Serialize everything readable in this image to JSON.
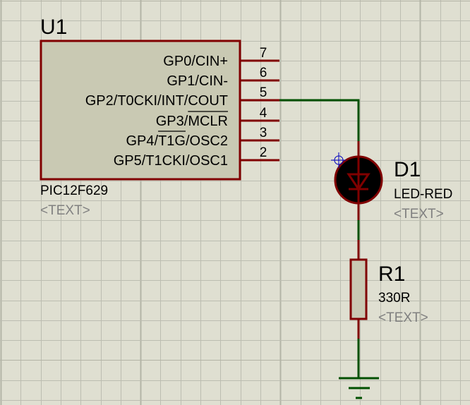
{
  "schematic": {
    "colors": {
      "background": "#dfdfd1",
      "grid_minor": "#b9baae",
      "grid_major": "#b3b4a6",
      "component_outline": "#800000",
      "component_fill": "#c9c9b3",
      "wire": "#005000",
      "text": "#000000",
      "placeholder_text": "#808080",
      "led_body": "#000000",
      "origin_marker": "#0000c0"
    },
    "u1": {
      "ref": "U1",
      "part": "PIC12F629",
      "text_placeholder": "<TEXT>",
      "pins": [
        {
          "number": "7",
          "label": "GP0/CIN+",
          "overline": ""
        },
        {
          "number": "6",
          "label": "GP1/CIN-",
          "overline": ""
        },
        {
          "number": "5",
          "label": "GP2/T0CKI/INT/COUT",
          "overline": ""
        },
        {
          "number": "4",
          "label": "GP3/MCLR",
          "overline": "MCLR"
        },
        {
          "number": "3",
          "label": "GP4/T1G/OSC2",
          "overline": "T1G"
        },
        {
          "number": "2",
          "label": "GP5/T1CKI/OSC1",
          "overline": ""
        }
      ]
    },
    "d1": {
      "ref": "D1",
      "part": "LED-RED",
      "text_placeholder": "<TEXT>"
    },
    "r1": {
      "ref": "R1",
      "value": "330R",
      "text_placeholder": "<TEXT>"
    },
    "ground": {
      "name": "GND"
    }
  }
}
